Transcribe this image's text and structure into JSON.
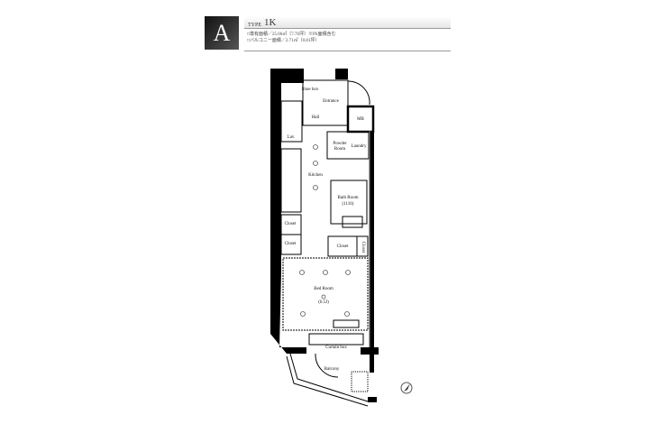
{
  "unit": {
    "letter": "A",
    "type_label": "TYPE",
    "type_value": "1K"
  },
  "specs": [
    "□専有面積／25.66㎡（7.76坪）※PS面積含む",
    "□バルコニー面積／2.71㎡（0.81坪）"
  ],
  "rooms": {
    "shoe_box": "Shoe box",
    "entrance": "Entrance",
    "hall": "Hall",
    "mb": "MB",
    "lav": "Lav.",
    "powder_room": "Powder Room",
    "laundry": "Laundry",
    "kitchen": "Kitchen",
    "bath_room": "Bath Room",
    "bath_size": "(1116)",
    "closet_1": "Closet",
    "closet_2": "Closet",
    "closet_3": "Closet",
    "closet_4": "Closet",
    "bed_room": "Bed Room",
    "bed_size": "(6.5J)",
    "curtain_box": "Curtain box",
    "balcony": "Balcony"
  }
}
